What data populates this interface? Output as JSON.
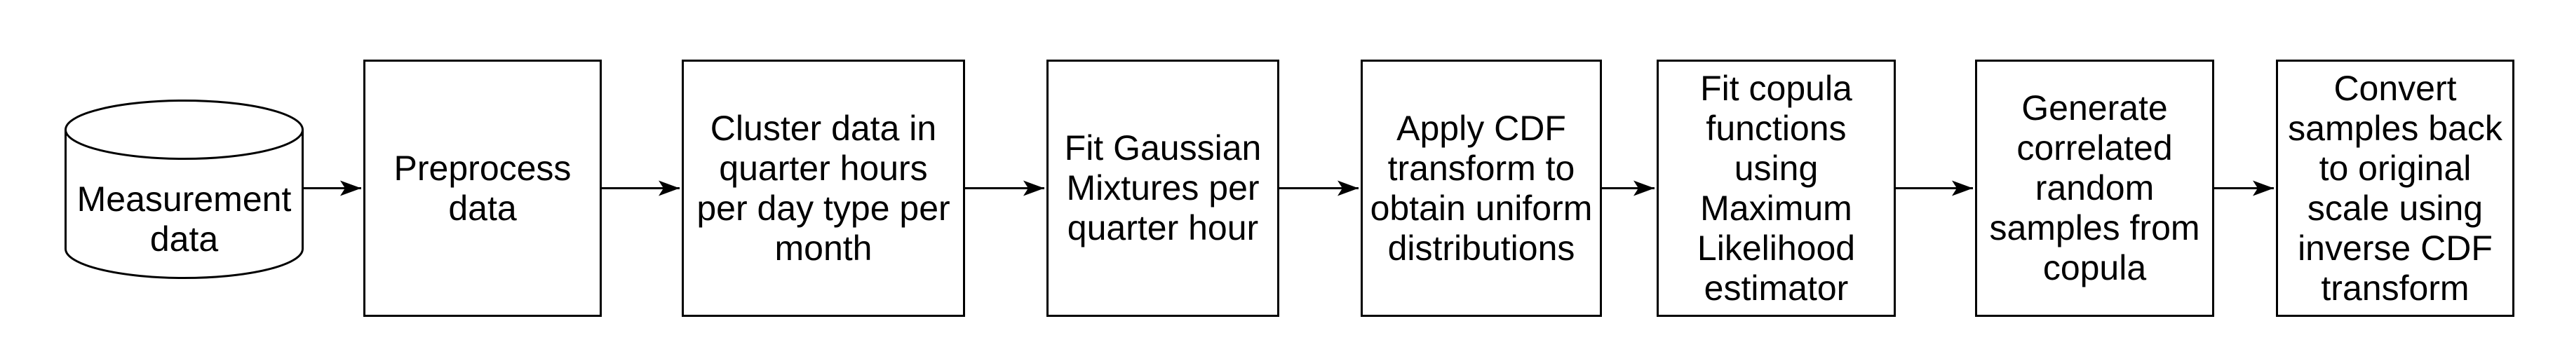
{
  "diagram": {
    "type": "flowchart",
    "background_color": "#ffffff",
    "stroke_color": "#000000",
    "text_color": "#000000",
    "nodes": [
      {
        "id": "measurement-data",
        "shape": "database-cylinder",
        "label": "Measurement\ndata"
      },
      {
        "id": "preprocess-data",
        "shape": "rectangle",
        "label": "Preprocess\ndata"
      },
      {
        "id": "cluster-data",
        "shape": "rectangle",
        "label": "Cluster data in\nquarter hours\nper day type per\nmonth"
      },
      {
        "id": "fit-gaussian-mixtures",
        "shape": "rectangle",
        "label": "Fit Gaussian\nMixtures per\nquarter hour"
      },
      {
        "id": "apply-cdf-transform",
        "shape": "rectangle",
        "label": "Apply CDF\ntransform to\nobtain uniform\ndistributions"
      },
      {
        "id": "fit-copula-functions",
        "shape": "rectangle",
        "label": "Fit copula\nfunctions\nusing\nMaximum\nLikelihood\nestimator"
      },
      {
        "id": "generate-samples",
        "shape": "rectangle",
        "label": "Generate\ncorrelated\nrandom\nsamples from\ncopula"
      },
      {
        "id": "convert-samples",
        "shape": "rectangle",
        "label": "Convert\nsamples back\nto original\nscale using\ninverse CDF\ntransform"
      }
    ],
    "connections": [
      {
        "from": "measurement-data",
        "to": "preprocess-data"
      },
      {
        "from": "preprocess-data",
        "to": "cluster-data"
      },
      {
        "from": "cluster-data",
        "to": "fit-gaussian-mixtures"
      },
      {
        "from": "fit-gaussian-mixtures",
        "to": "apply-cdf-transform"
      },
      {
        "from": "apply-cdf-transform",
        "to": "fit-copula-functions"
      },
      {
        "from": "fit-copula-functions",
        "to": "generate-samples"
      },
      {
        "from": "generate-samples",
        "to": "convert-samples"
      }
    ]
  }
}
